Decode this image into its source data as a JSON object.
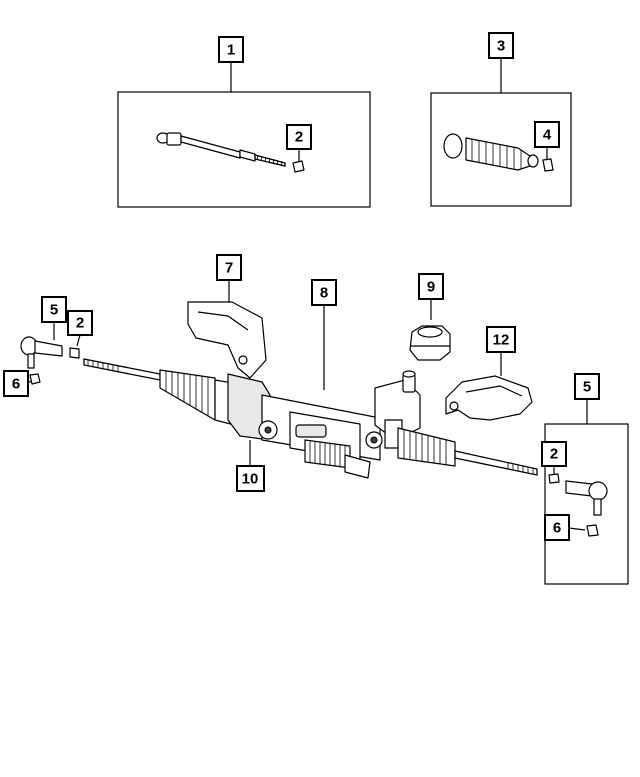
{
  "callouts": {
    "c1": "1",
    "c2_top": "2",
    "c3": "3",
    "c4": "4",
    "c5_left": "5",
    "c2_left": "2",
    "c6_left": "6",
    "c7": "7",
    "c8": "8",
    "c9": "9",
    "c12": "12",
    "c5_right": "5",
    "c10": "10",
    "c2_right": "2",
    "c6_right": "6"
  },
  "colors": {
    "line": "#000000",
    "background": "#ffffff"
  }
}
